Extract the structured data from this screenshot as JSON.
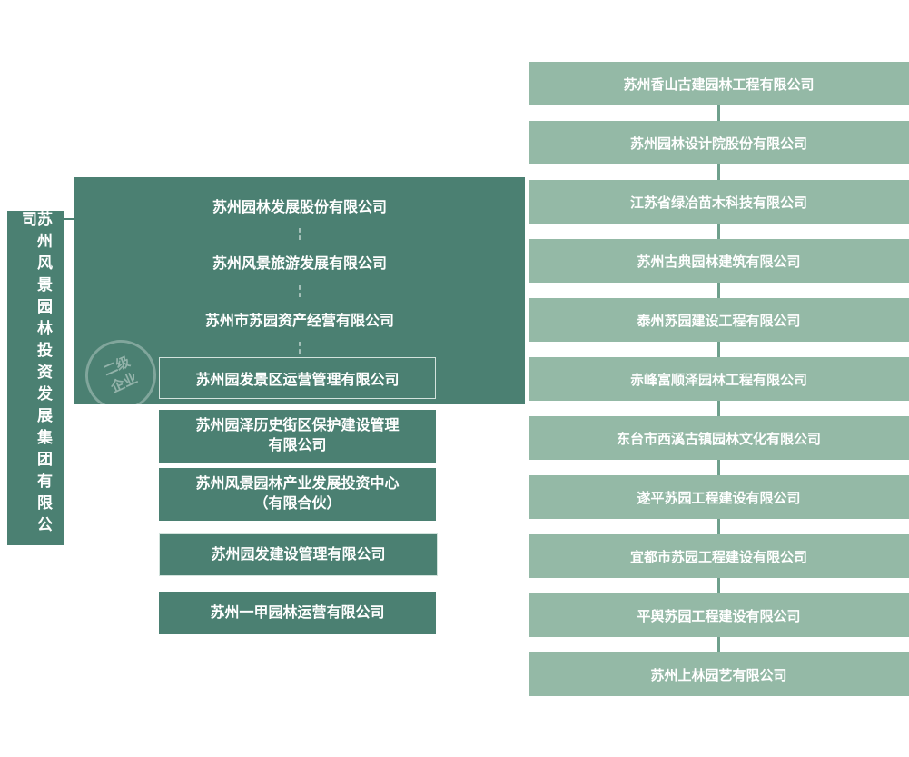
{
  "colors": {
    "dark_green": "#4B8072",
    "light_green": "#94B9A6",
    "connector_green": "#6FA08C",
    "text": "#FFFFFF"
  },
  "parent": {
    "name": "苏州风景园林投资发展集团有限公司"
  },
  "watermark": {
    "label": "二级\n企业"
  },
  "mid": {
    "items": [
      {
        "label": "苏州园林发展股份有限公司"
      },
      {
        "label": "苏州风景旅游发展有限公司"
      },
      {
        "label": "苏州市苏园资产经营有限公司"
      },
      {
        "label": "苏州园发景区运营管理有限公司"
      },
      {
        "label": "苏州园泽历史街区保护建设管理\n有限公司"
      },
      {
        "label": "苏州风景园林产业发展投资中心\n（有限合伙）"
      },
      {
        "label": "苏州园发建设管理有限公司"
      },
      {
        "label": "苏州一甲园林运营有限公司"
      }
    ]
  },
  "right": {
    "items": [
      {
        "label": "苏州香山古建园林工程有限公司"
      },
      {
        "label": "苏州园林设计院股份有限公司"
      },
      {
        "label": "江苏省绿冶苗木科技有限公司"
      },
      {
        "label": "苏州古典园林建筑有限公司"
      },
      {
        "label": "泰州苏园建设工程有限公司"
      },
      {
        "label": "赤峰富顺泽园林工程有限公司"
      },
      {
        "label": "东台市西溪古镇园林文化有限公司"
      },
      {
        "label": "遂平苏园工程建设有限公司"
      },
      {
        "label": "宜都市苏园工程建设有限公司"
      },
      {
        "label": "平舆苏园工程建设有限公司"
      },
      {
        "label": "苏州上林园艺有限公司"
      }
    ]
  }
}
